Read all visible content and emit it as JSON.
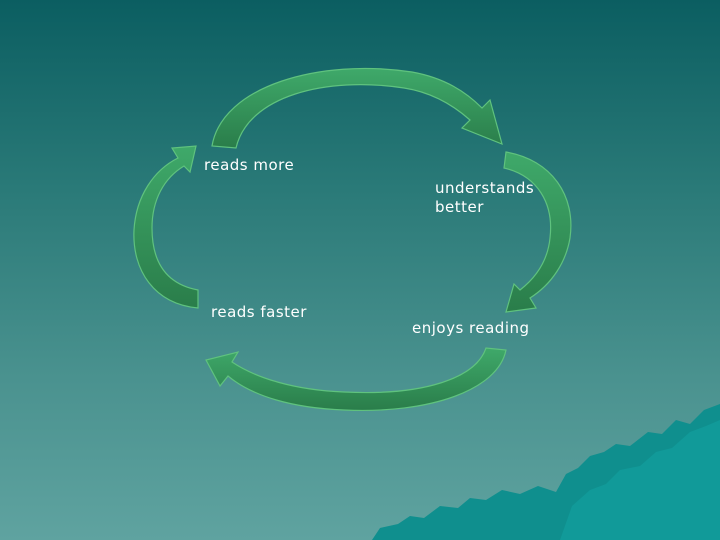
{
  "cycle": {
    "steps": [
      {
        "label": "reads more"
      },
      {
        "label": "understands\nbetter"
      },
      {
        "label": "enjoys reading"
      },
      {
        "label": "reads faster"
      }
    ]
  },
  "colors": {
    "background_top": "#0b5e61",
    "background_bottom": "#5fa3a0",
    "arrow_fill": "#33955a",
    "arrow_dark": "#2a7d4a",
    "arrow_outline": "#5fc27e",
    "mountains": "#0f8f8e",
    "label_text": "#ffffff"
  }
}
